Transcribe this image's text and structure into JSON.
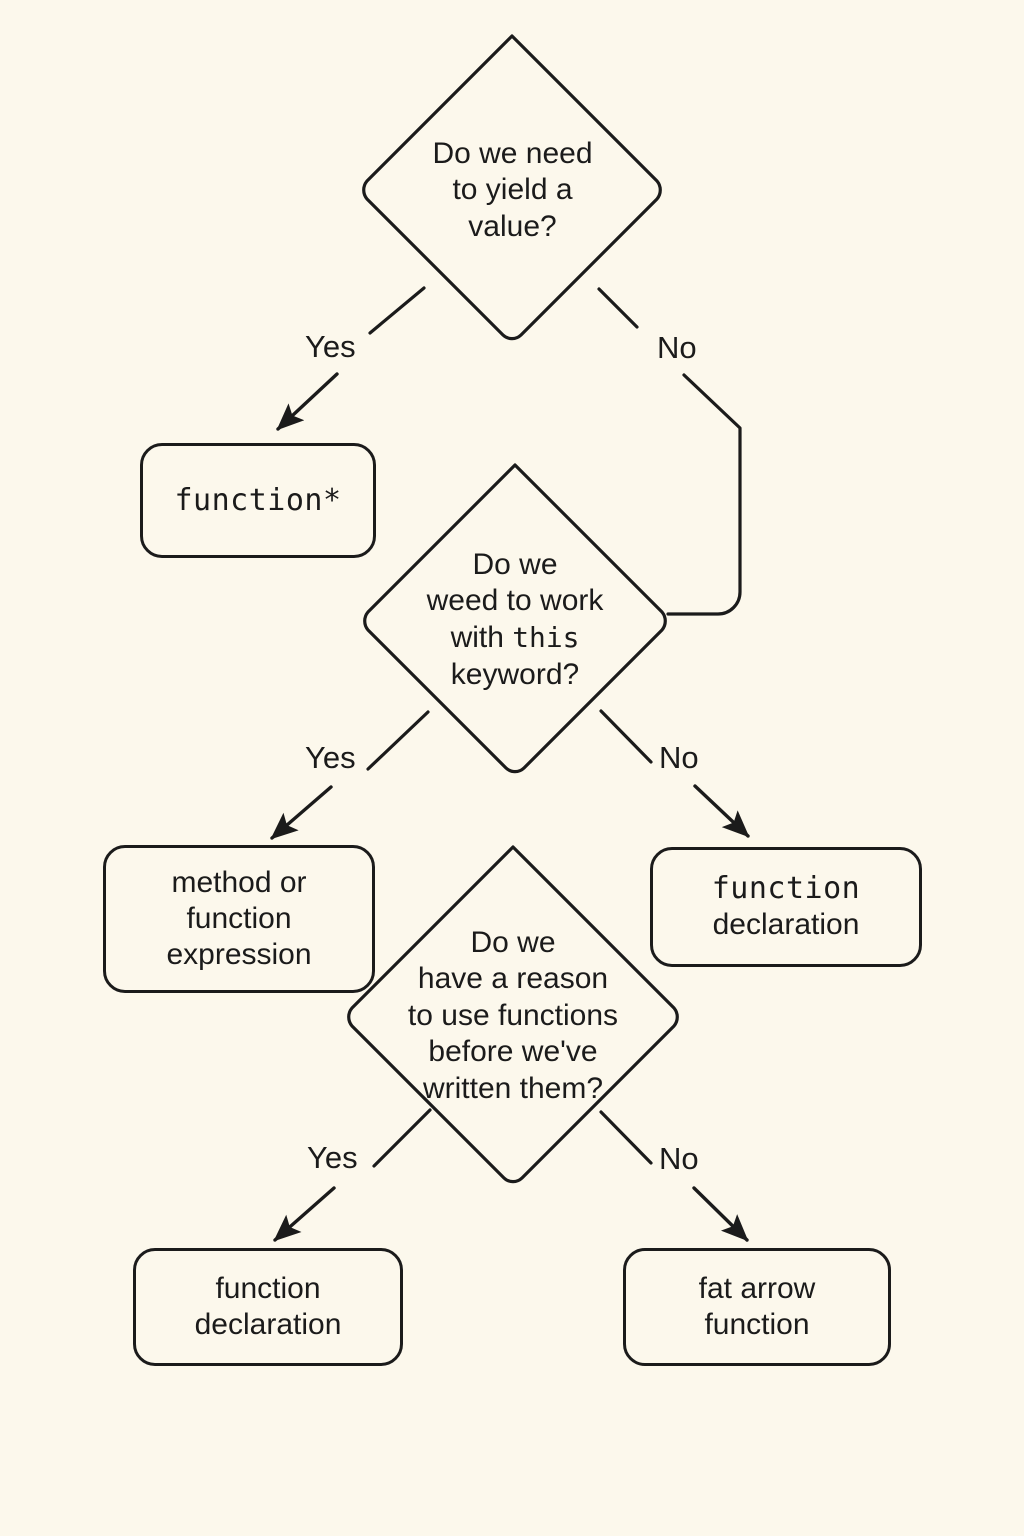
{
  "theme": {
    "background": "#fcf8ec",
    "stroke": "#1b1b1b",
    "text": "#1b1b1b"
  },
  "diagram": {
    "type": "decision-flowchart",
    "title": "Which JavaScript function form to use",
    "nodes": [
      {
        "id": "q1",
        "shape": "diamond",
        "lines": [
          "Do we need",
          "to yield a",
          "value?"
        ]
      },
      {
        "id": "r1",
        "shape": "rounded-rect",
        "lines": [
          "function*"
        ],
        "font": "mono"
      },
      {
        "id": "q2",
        "shape": "diamond",
        "lines": [
          "Do we",
          "weed to work",
          "with this",
          "keyword?"
        ],
        "mono_token": "this"
      },
      {
        "id": "r2",
        "shape": "rounded-rect",
        "lines": [
          "method or",
          "function",
          "expression"
        ]
      },
      {
        "id": "r3",
        "shape": "rounded-rect",
        "lines": [
          "function",
          "declaration"
        ],
        "font": "mono-first-line"
      },
      {
        "id": "q3",
        "shape": "diamond",
        "lines": [
          "Do we",
          "have a reason",
          "to use functions",
          "before we've",
          "written them?"
        ]
      },
      {
        "id": "r4",
        "shape": "rounded-rect",
        "lines": [
          "function",
          "declaration"
        ]
      },
      {
        "id": "r5",
        "shape": "rounded-rect",
        "lines": [
          "fat arrow",
          "function"
        ]
      }
    ],
    "edges": [
      {
        "id": "e1",
        "from": "q1",
        "to": "r1",
        "label": "Yes",
        "arrow": true
      },
      {
        "id": "e2",
        "from": "q1",
        "to": "q2",
        "label": "No",
        "arrow": false
      },
      {
        "id": "e3",
        "from": "q2",
        "to": "r2",
        "label": "Yes",
        "arrow": true
      },
      {
        "id": "e4",
        "from": "q2",
        "to": "r3",
        "label": "No",
        "arrow": true
      },
      {
        "id": "e5",
        "from": "q3",
        "to": "r4",
        "label": "Yes",
        "arrow": true
      },
      {
        "id": "e6",
        "from": "q3",
        "to": "r5",
        "label": "No",
        "arrow": true
      }
    ],
    "labels": {
      "yes_1": "Yes",
      "no_1": "No",
      "yes_2": "Yes",
      "no_2": "No",
      "yes_3": "Yes",
      "no_3": "No"
    },
    "text": {
      "q1_l1": "Do we need",
      "q1_l2": "to yield a",
      "q1_l3": "value?",
      "r1_l1": "function*",
      "q2_l1": "Do we",
      "q2_l2": "weed to work",
      "q2_l3a": "with ",
      "q2_l3b": "this",
      "q2_l4": "keyword?",
      "r2_l1": "method or",
      "r2_l2": "function",
      "r2_l3": "expression",
      "r3_l1": "function",
      "r3_l2": "declaration",
      "q3_l1": "Do we",
      "q3_l2": "have a reason",
      "q3_l3": "to use functions",
      "q3_l4": "before we've",
      "q3_l5": "written them?",
      "r4_l1": "function",
      "r4_l2": "declaration",
      "r5_l1": "fat arrow",
      "r5_l2": "function"
    }
  }
}
